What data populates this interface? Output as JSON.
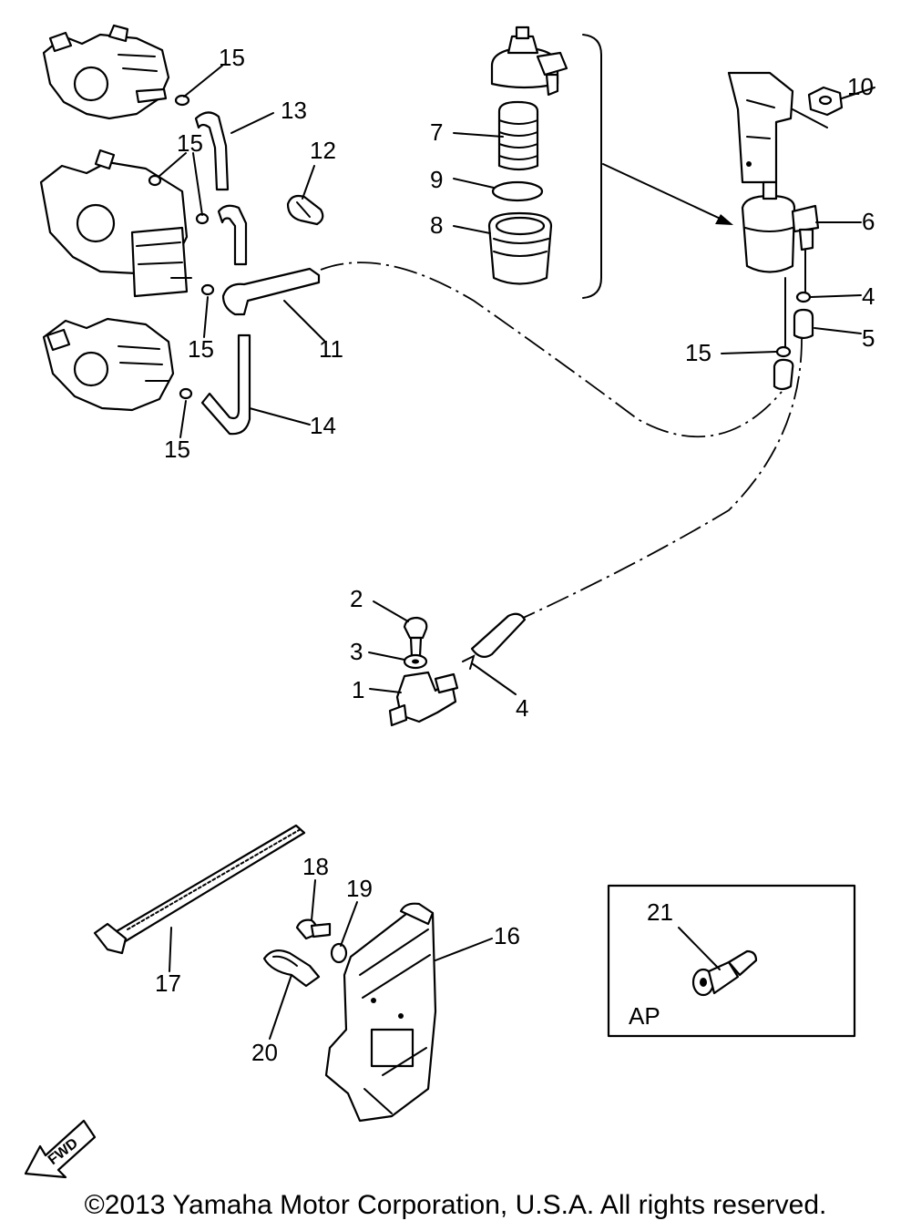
{
  "callouts": {
    "c1": "1",
    "c2": "2",
    "c3": "3",
    "c4a": "4",
    "c4b": "4",
    "c5": "5",
    "c6": "6",
    "c7": "7",
    "c8": "8",
    "c9": "9",
    "c10": "10",
    "c11": "11",
    "c12": "12",
    "c13": "13",
    "c14": "14",
    "c15a": "15",
    "c15b": "15",
    "c15c": "15",
    "c15d": "15",
    "c15e": "15",
    "c16": "16",
    "c17": "17",
    "c18": "18",
    "c19": "19",
    "c20": "20",
    "c21": "21"
  },
  "inset_label": "AP",
  "fwd_label": "FWD",
  "copyright": "©2013 Yamaha Motor Corporation, U.S.A. All rights reserved."
}
